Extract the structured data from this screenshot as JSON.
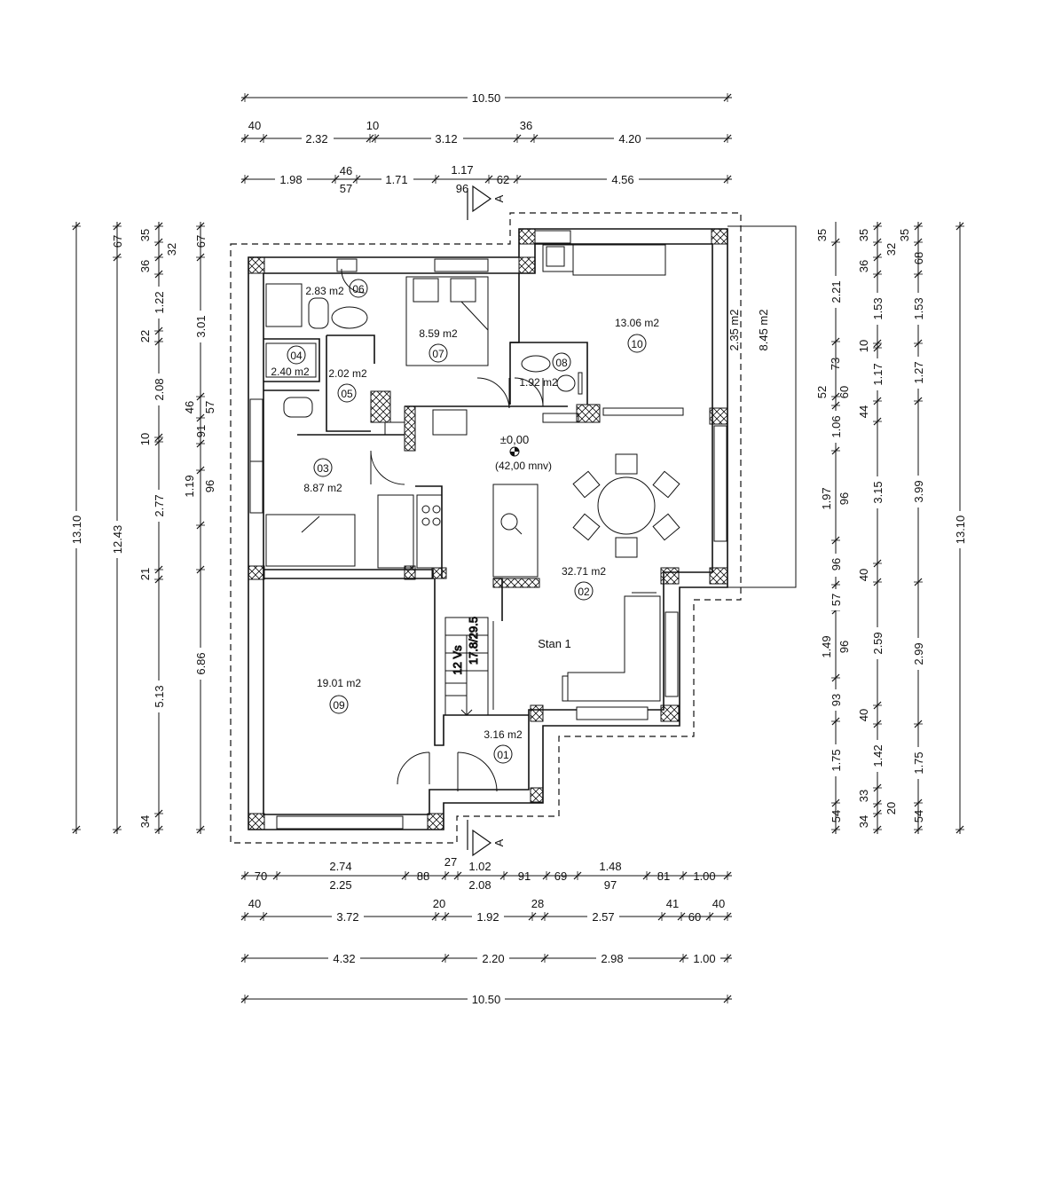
{
  "dimensions": {
    "top": [
      [
        "10.50"
      ],
      [
        "40",
        "2.32",
        "10",
        "3.12",
        "36",
        "4.20"
      ],
      [
        "1.98",
        "46",
        "57",
        "1.71",
        "1.17",
        "96",
        "62",
        "4.56"
      ]
    ],
    "bottom": [
      [
        "70",
        "2.74",
        "2.25",
        "88",
        "27",
        "1.02",
        "2.08",
        "91",
        "69",
        "1.48",
        "97",
        "81",
        "1.00"
      ],
      [
        "40",
        "3.72",
        "20",
        "1.92",
        "28",
        "2.57",
        "41",
        "60",
        "40"
      ],
      [
        "4.32",
        "2.20",
        "2.98",
        "1.00"
      ],
      [
        "10.50"
      ]
    ],
    "left": [
      [
        "13.10"
      ],
      [
        "67",
        "12.43"
      ],
      [
        "35",
        "32",
        "36",
        "1.22",
        "22",
        "2.08",
        "10",
        "2.77",
        "21",
        "5.13",
        "34"
      ],
      [
        "67",
        "3.01",
        "46",
        "57",
        "91",
        "1.19",
        "96",
        "6.86"
      ]
    ],
    "right": [
      [
        "35",
        "2.21",
        "2.35 m2",
        "8.45 m2"
      ],
      [
        "52",
        "60",
        "1.06",
        "1.97",
        "96",
        "96",
        "57",
        "1.49",
        "96",
        "93",
        "1.75",
        "54"
      ],
      [
        "35",
        "36",
        "32",
        "1.53",
        "10",
        "1.17",
        "44",
        "3.15",
        "40",
        "2.59",
        "40",
        "1.42",
        "33",
        "20",
        "34"
      ],
      [
        "35",
        "68",
        "1.53",
        "73",
        "1.27",
        "3.99",
        "2.99",
        "1.75",
        "54"
      ],
      [
        "13.10"
      ]
    ]
  },
  "rooms": [
    {
      "area": "2.83 m2",
      "num": "06"
    },
    {
      "area": "8.59 m2",
      "num": "07"
    },
    {
      "area": "13.06 m2",
      "num": "10"
    },
    {
      "area": "2.40 m2",
      "num": "04"
    },
    {
      "area": "2.02 m2",
      "num": "05"
    },
    {
      "area": "1.92 m2",
      "num": "08"
    },
    {
      "area": "8.87 m2",
      "num": "03"
    },
    {
      "area": "32.71 m2",
      "num": "02"
    },
    {
      "area": "19.01 m2",
      "num": "09"
    },
    {
      "area": "3.16 m2",
      "num": "01"
    }
  ],
  "level": {
    "mark": "±0,00",
    "abs": "(42,00 mnv)"
  },
  "unit_name": "Stan 1",
  "section_mark": "A",
  "stair": {
    "count": "12 Vs",
    "size": "17.8/29.5"
  }
}
